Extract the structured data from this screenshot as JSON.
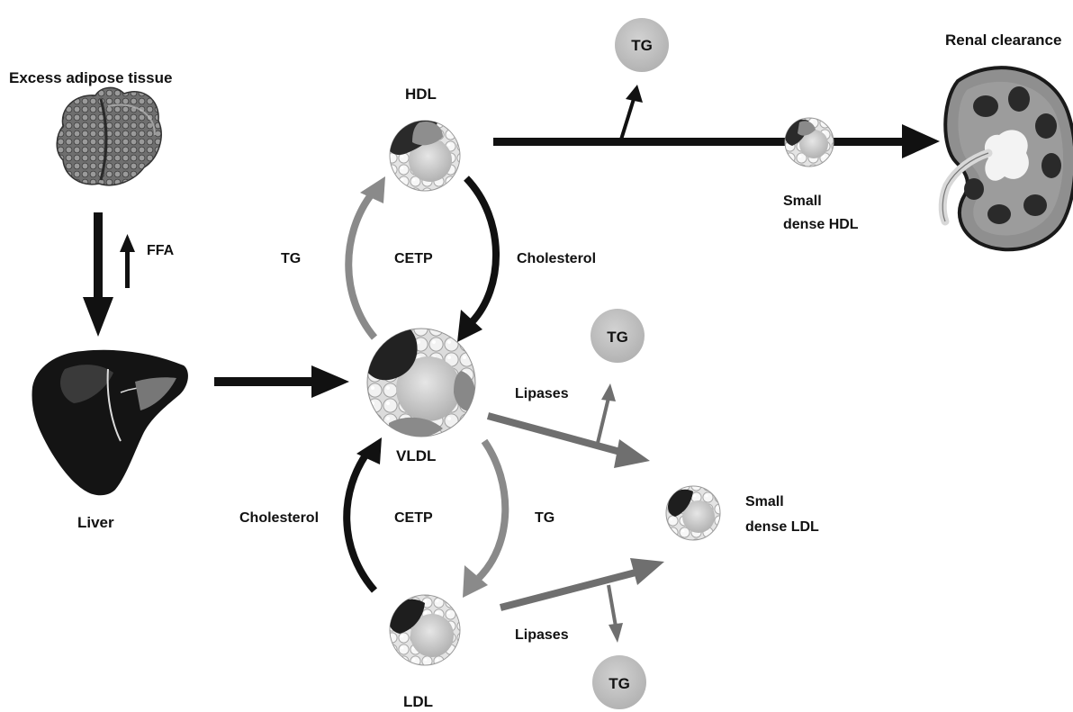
{
  "labels": {
    "adipose": "Excess adipose tissue",
    "ffa": "FFA",
    "liver": "Liver",
    "hdl": "HDL",
    "vldl": "VLDL",
    "ldl": "LDL",
    "cetp_top": "CETP",
    "cetp_bottom": "CETP",
    "tg_top_left": "TG",
    "cholesterol_top_right": "Cholesterol",
    "cholesterol_bottom_left": "Cholesterol",
    "tg_bottom_right": "TG",
    "lipases_top": "Lipases",
    "lipases_bottom": "Lipases",
    "small_dense_hdl_line1": "Small",
    "small_dense_hdl_line2": "dense HDL",
    "small_dense_ldl_line1": "Small",
    "small_dense_ldl_line2": "dense LDL",
    "renal_clearance": "Renal clearance"
  },
  "tg_badges": {
    "top": "TG",
    "middle": "TG",
    "bottom": "TG"
  }
}
